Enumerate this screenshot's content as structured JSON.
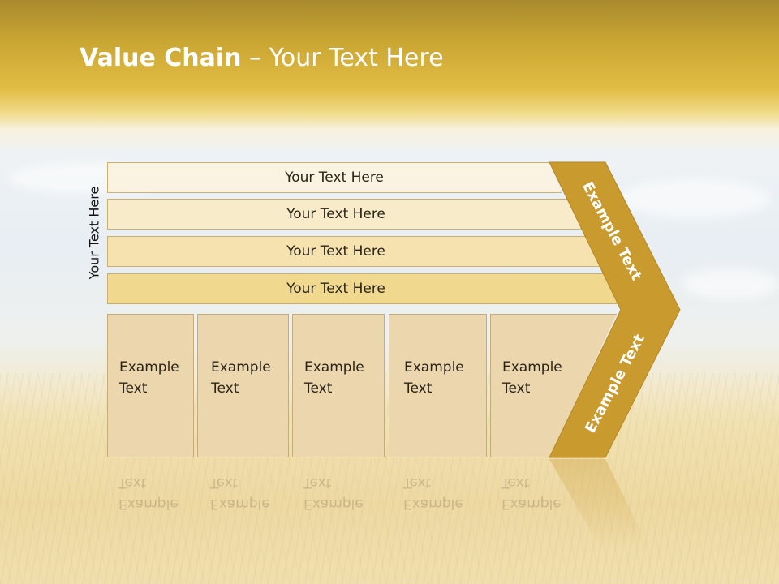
{
  "title": {
    "bold": "Value Chain",
    "rest": " – Your Text Here"
  },
  "side_label": "Your Text Here",
  "rows": [
    {
      "label": "Your Text Here",
      "color": "#faf3e2"
    },
    {
      "label": "Your Text Here",
      "color": "#f8ebc9"
    },
    {
      "label": "Your Text Here",
      "color": "#f5e2ae"
    },
    {
      "label": "Your Text Here",
      "color": "#f1d88f"
    }
  ],
  "boxes": [
    {
      "line1": "Example",
      "line2": "Text"
    },
    {
      "line1": "Example",
      "line2": "Text"
    },
    {
      "line1": "Example",
      "line2": "Text"
    },
    {
      "line1": "Example",
      "line2": "Text"
    },
    {
      "line1": "Example",
      "line2": "Text"
    }
  ],
  "chevron": {
    "top_label": "Example Text",
    "bottom_label": "Example Text",
    "color": "#c99a2e"
  }
}
